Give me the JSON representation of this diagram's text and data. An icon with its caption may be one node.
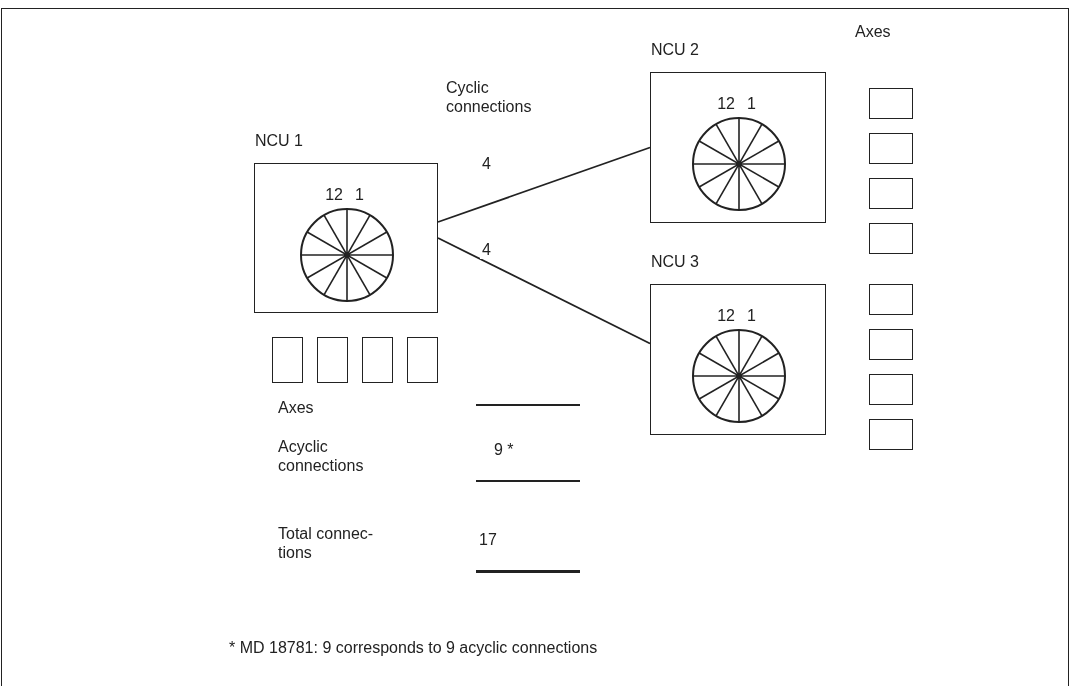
{
  "diagram": {
    "nodes": [
      {
        "text": [
          "NCU 1",
          "12",
          "1"
        ]
      },
      {
        "text": [
          "NCU 2",
          "12",
          "1"
        ]
      },
      {
        "text": [
          "NCU 3",
          "12",
          "1"
        ]
      },
      {
        "text": [],
        "shape": "box"
      },
      {
        "text": [],
        "shape": "box"
      },
      {
        "text": [],
        "shape": "box"
      },
      {
        "text": [],
        "shape": "box"
      },
      {
        "text": [],
        "shape": "box"
      },
      {
        "text": [],
        "shape": "box"
      },
      {
        "text": [],
        "shape": "box"
      },
      {
        "text": [],
        "shape": "box"
      },
      {
        "text": [],
        "shape": "box"
      },
      {
        "text": [],
        "shape": "box"
      },
      {
        "text": [],
        "shape": "box"
      },
      {
        "text": [],
        "shape": "box"
      }
    ],
    "edges": [
      {
        "from": 0,
        "to": 1,
        "arrow": "none",
        "label": "4"
      },
      {
        "from": 0,
        "to": 2,
        "arrow": "none",
        "label": "4"
      }
    ],
    "labels": [
      "Cyclic connections",
      "Axes",
      "Axes",
      "Acyclic connections",
      "9 *",
      "Total connec- tions",
      "17",
      "* MD 18781: 9 corresponds to 9 acyclic connections"
    ]
  }
}
